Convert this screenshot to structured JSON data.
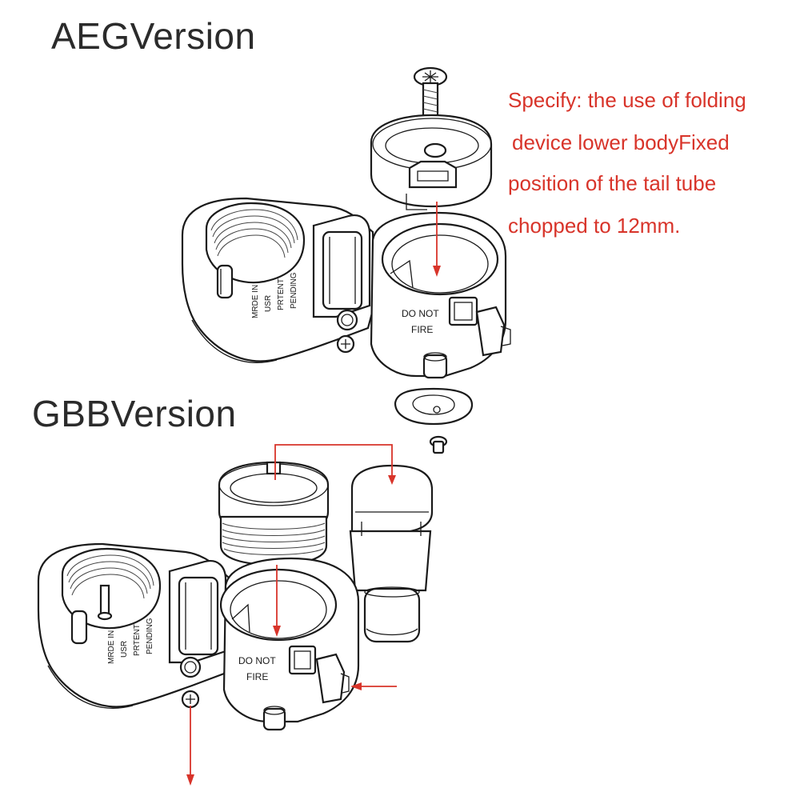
{
  "aeg": {
    "title": "AEGVersion",
    "engraving": [
      "MRDE IN",
      "USR",
      "PRTENT",
      "PENDING"
    ],
    "warning": [
      "DO NOT",
      "FIRE"
    ]
  },
  "gbb": {
    "title": "GBBVersion",
    "engraving": [
      "MRDE IN",
      "USR",
      "PRTENT",
      "PENDING"
    ],
    "warning": [
      "DO NOT",
      "FIRE"
    ]
  },
  "note": {
    "lines": [
      "Specify: the use of folding",
      " device lower bodyFixed",
      "position of the tail tube",
      "chopped to 12mm."
    ]
  },
  "colors": {
    "note_text": "#d8342a",
    "arrow": "#d8342a",
    "line_art": "#1a1a1a"
  }
}
